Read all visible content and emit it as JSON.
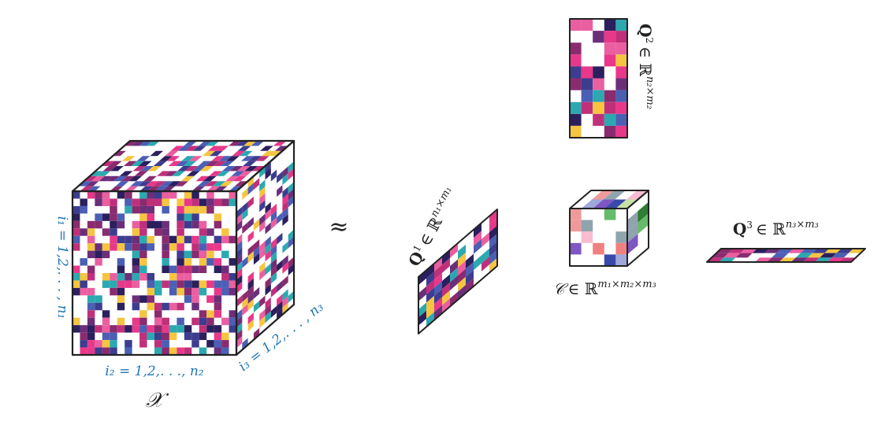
{
  "palette": [
    "#e8388a",
    "#2b1f5e",
    "#6b2f7a",
    "#2ca9b0",
    "#4b5fb4",
    "#c0307a",
    "#f5c542",
    "#8a2b6f",
    "#3d3d8f",
    "#ea5fa0"
  ],
  "core_palette": [
    "#f08080",
    "#2e7d32",
    "#f8bbd0",
    "#3949ab",
    "#66bb6a",
    "#7e57c2",
    "#90a4ae",
    "#ef9a9a",
    "#9fa8da",
    "#c5e1a5"
  ],
  "tensor": {
    "symbol": "𝒳",
    "front_label": "i₁ = 1,2,. . . , n₁",
    "bottom_label": "i₂ = 1,2,. . ., n₂",
    "side_label": "i₃ = 1,2,. . . , n₃"
  },
  "approx_symbol": "≈",
  "q1": {
    "base": "Q",
    "sup": "1",
    "rest": "∈ ℝ",
    "exp": "n₁×m₁"
  },
  "q2": {
    "base": "Q",
    "sup": "2",
    "rest": "∈ ℝ",
    "exp": "n₂×m₂"
  },
  "q3": {
    "base": "Q",
    "sup": "3",
    "rest": "∈ ℝ",
    "exp": "n₃×m₃"
  },
  "core": {
    "symbol": "𝒞",
    "rest": "∈ ℝ",
    "exp": "m₁×m₂×m₃"
  }
}
